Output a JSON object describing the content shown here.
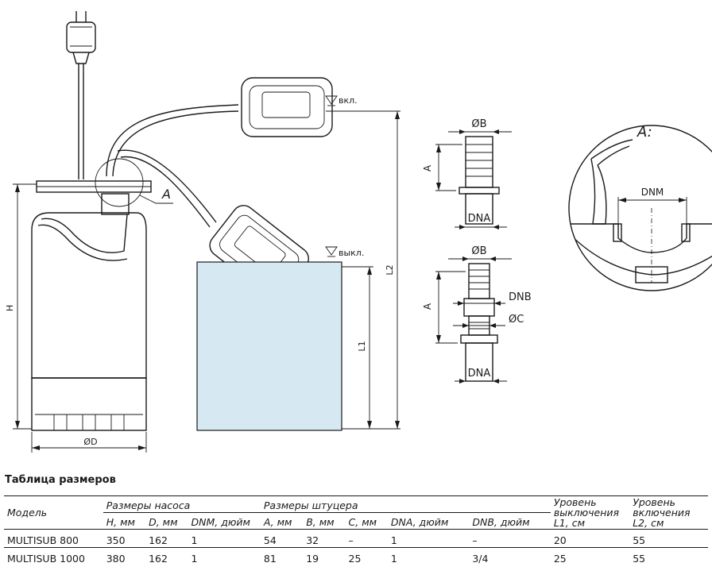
{
  "diagram": {
    "labels": {
      "on": "вкл.",
      "off": "выкл.",
      "detail_ref": "A",
      "detail_title": "A:",
      "h": "H",
      "d": "ØD",
      "l1": "L1",
      "l2": "L2",
      "a": "A",
      "b": "ØB",
      "c": "ØC",
      "dna": "DNA",
      "dnb": "DNB",
      "dnm": "DNM"
    },
    "colors": {
      "water": "#d6e9f2",
      "line": "#1a1a1a"
    }
  },
  "table": {
    "title": "Таблица размеров",
    "headers": {
      "model": "Модель",
      "pump_group": "Размеры насоса",
      "fitting_group": "Размеры штуцера",
      "off_level_lines": [
        "Уровень",
        "выключения",
        "L1, см"
      ],
      "on_level_lines": [
        "Уровень",
        "включения",
        "L2, см"
      ],
      "sub": [
        "H, мм",
        "D, мм",
        "DNM, дюйм",
        "A, мм",
        "B, мм",
        "C, мм",
        "DNA, дюйм",
        "DNB, дюйм"
      ]
    },
    "rows": [
      [
        "MULTISUB 800",
        "350",
        "162",
        "1",
        "54",
        "32",
        "–",
        "1",
        "–",
        "20",
        "55"
      ],
      [
        "MULTISUB 1000",
        "380",
        "162",
        "1",
        "81",
        "19",
        "25",
        "1",
        "3/4",
        "25",
        "55"
      ]
    ]
  }
}
